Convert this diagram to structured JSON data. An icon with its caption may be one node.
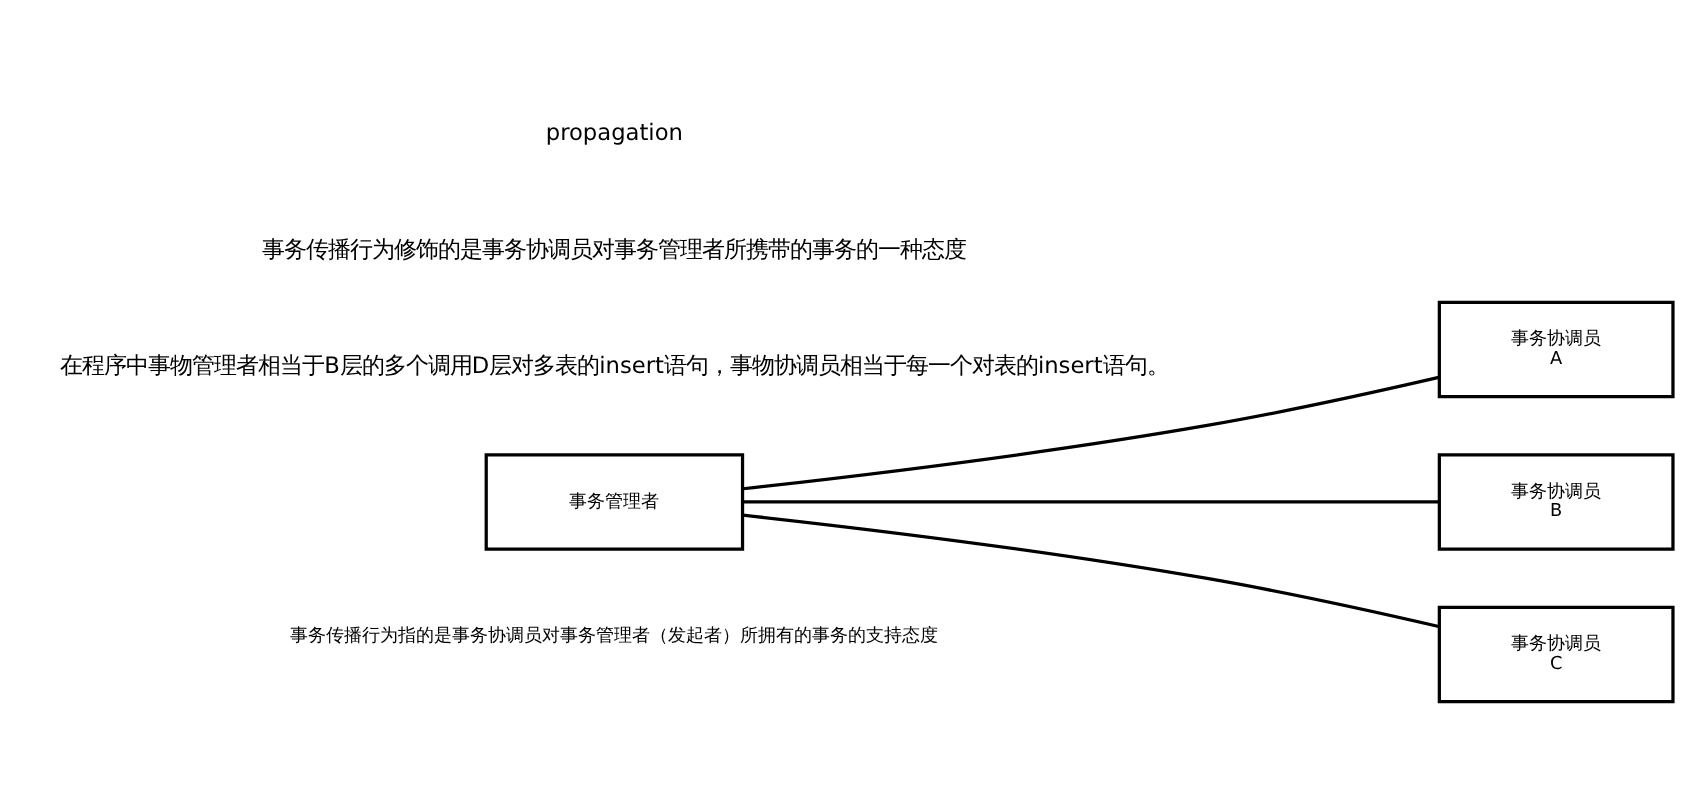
{
  "diagram": {
    "nodes": [
      {
        "text": [
          "事务管理者"
        ]
      },
      {
        "text": [
          "事务协调员",
          "A"
        ]
      },
      {
        "text": [
          "事务协调员",
          "B"
        ]
      },
      {
        "text": [
          "事务协调员",
          "C"
        ]
      }
    ],
    "edges": [
      {
        "from": 0,
        "to": 1,
        "arrow": "none"
      },
      {
        "from": 0,
        "to": 2,
        "arrow": "none"
      },
      {
        "from": 0,
        "to": 3,
        "arrow": "none"
      }
    ],
    "labels": [
      "propagation",
      "事务传播行为修饰的是事务协调员对事务管理者所携带的事务的一种态度",
      "在程序中事物管理者相当于B层的多个调用D层对多表的insert语句，事物协调员相当于每一个对表的insert语句。",
      "事务传播行为指的是事务协调员对事务管理者（发起者）所拥有的事务的支持态度"
    ]
  }
}
